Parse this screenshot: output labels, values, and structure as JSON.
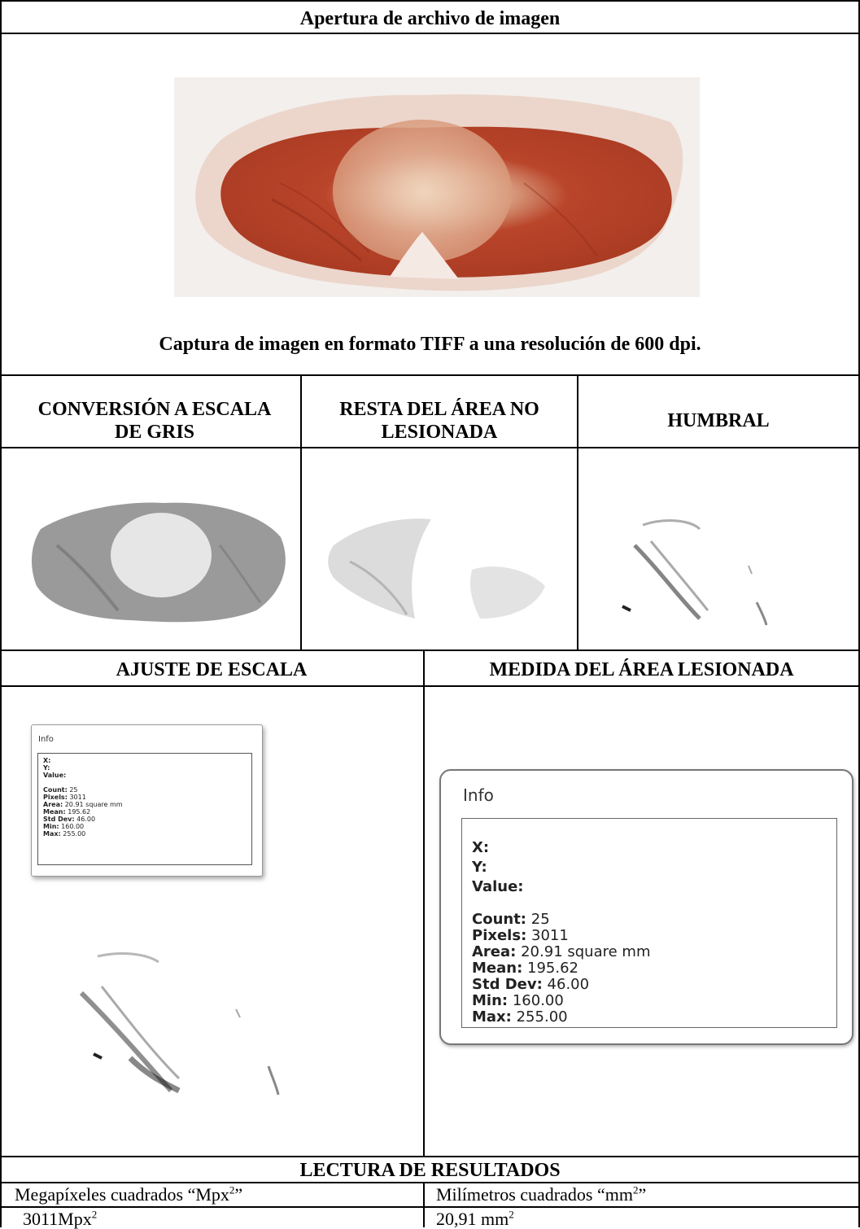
{
  "header": {
    "title": "Apertura de archivo de imagen",
    "caption": "Captura de imagen en formato TIFF a una resolución de 600 dpi."
  },
  "steps": {
    "grayscale": "CONVERSIÓN A ESCALA DE GRIS",
    "subtract": "RESTA DEL ÁREA NO LESIONADA",
    "threshold": "HUMBRAL"
  },
  "sections": {
    "scale": "AJUSTE DE ESCALA",
    "measure": "MEDIDA DEL ÁREA LESIONADA"
  },
  "info_panel": {
    "title": "Info",
    "x_label": "X:",
    "y_label": "Y:",
    "value_label": "Value:",
    "count_label": "Count:",
    "count_value": "25",
    "pixels_label": "Pixels:",
    "pixels_value": "3011",
    "area_label": "Area:",
    "area_value": "20.91 square mm",
    "mean_label": "Mean:",
    "mean_value": "195.62",
    "std_label": "Std Dev:",
    "std_value": "46.00",
    "min_label": "Min:",
    "min_value": "160.00",
    "max_label": "Max:",
    "max_value": "255.00"
  },
  "results": {
    "title": "LECTURA DE RESULTADOS",
    "col1_header_main": "Megapíxeles cuadrados “Mpx",
    "col1_header_sup": "2",
    "col1_header_end": "”",
    "col2_header_main": "Milímetros cuadrados “mm",
    "col2_header_sup": "2",
    "col2_header_end": "”",
    "col1_value_main": "3011Mpx",
    "col1_value_sup": "2",
    "col2_value_main": "20,91 mm",
    "col2_value_sup": "2"
  }
}
